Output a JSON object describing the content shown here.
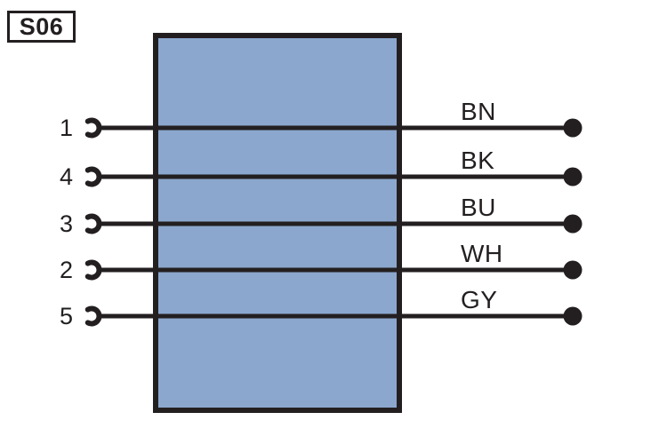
{
  "header": {
    "component_id": "S06"
  },
  "colors": {
    "background": "#FFFFFF",
    "component_fill": "#8BA7CD",
    "line": "#231F20"
  },
  "wires": [
    {
      "pin": "1",
      "color_code": "BN"
    },
    {
      "pin": "4",
      "color_code": "BK"
    },
    {
      "pin": "3",
      "color_code": "BU"
    },
    {
      "pin": "2",
      "color_code": "WH"
    },
    {
      "pin": "5",
      "color_code": "GY"
    }
  ]
}
